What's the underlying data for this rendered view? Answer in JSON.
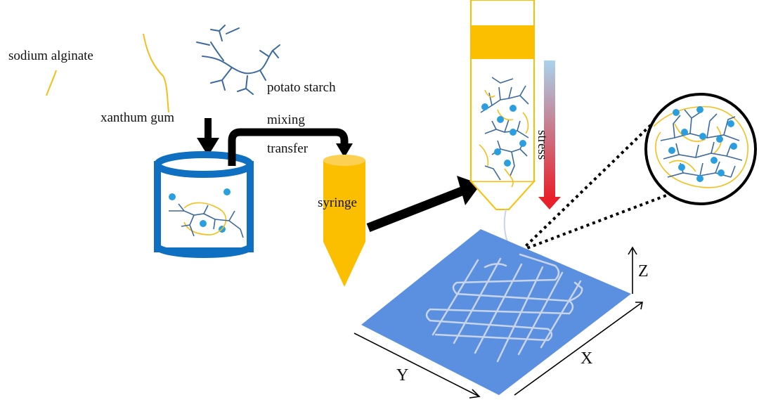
{
  "labels": {
    "sodium_alginate": "sodium alginate",
    "potato_starch": "potato starch",
    "xanthum_gum": "xanthum gum",
    "mixing": "mixing",
    "transfer": "transfer",
    "syringe": "syringe",
    "stress": "stress",
    "axis_x": "X",
    "axis_y": "Y",
    "axis_z": "Z"
  },
  "colors": {
    "container_blue": "#0f6fc0",
    "particle_blue": "#2a9fe0",
    "starch_blue": "#3d6a9e",
    "alginate_yellow": "#f4bf1b",
    "syringe_orange": "#fbbf00",
    "plate_blue": "#5b8fe0",
    "print_path": "#c8d4e8",
    "arrow_black": "#000000",
    "stress_red": "#e8202a",
    "stress_light": "#a9d3ec"
  }
}
